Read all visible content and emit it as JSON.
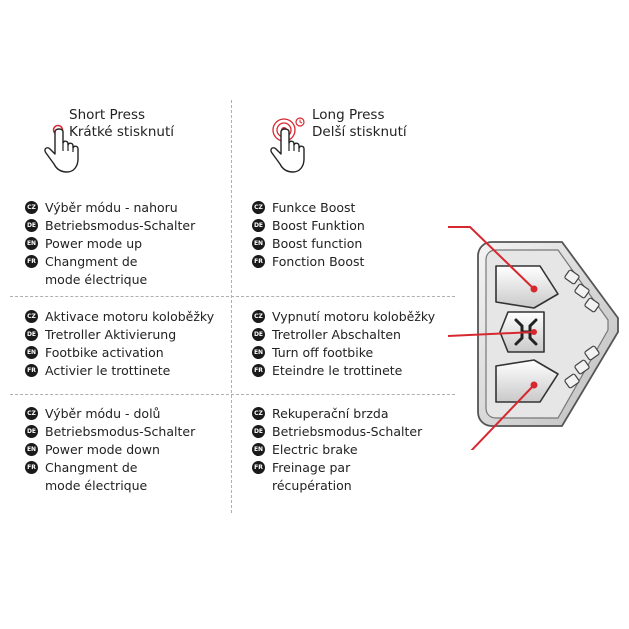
{
  "headers": {
    "short": {
      "line1": "Short Press",
      "line2": "Krátké stisknutí"
    },
    "long": {
      "line1": "Long Press",
      "line2": "Delší stisknutí"
    }
  },
  "badges": {
    "cz": "CZ",
    "de": "DE",
    "en": "EN",
    "fr": "FR"
  },
  "sections": {
    "top_left": {
      "cz": "Výběr módu - nahoru",
      "de": "Betriebsmodus-Schalter",
      "en": "Power mode up",
      "fr": "Changment de\nmode électrique"
    },
    "top_right": {
      "cz": "Funkce Boost",
      "de": "Boost Funktion",
      "en": "Boost function",
      "fr": "Fonction Boost"
    },
    "mid_left": {
      "cz": "Aktivace motoru koloběžky",
      "de": "Tretroller Aktivierung",
      "en": "Footbike activation",
      "fr": "Activier le trottinete"
    },
    "mid_right": {
      "cz": "Vypnutí motoru koloběžky",
      "de": "Tretroller Abschalten",
      "en": "Turn off footbike",
      "fr": "Eteindre le trottinete"
    },
    "bot_left": {
      "cz": "Výběr módu - dolů",
      "de": "Betriebsmodus-Schalter",
      "en": "Power mode down",
      "fr": "Changment de\nmode électrique"
    },
    "bot_right": {
      "cz": "Rekuperační brzda",
      "de": "Betriebsmodus-Schalter",
      "en": "Electric brake",
      "fr": "Freinage par\nrécupération"
    }
  },
  "colors": {
    "accent": "#d7282f",
    "badge": "#1a1a1a",
    "divider": "#b0b0b0"
  }
}
